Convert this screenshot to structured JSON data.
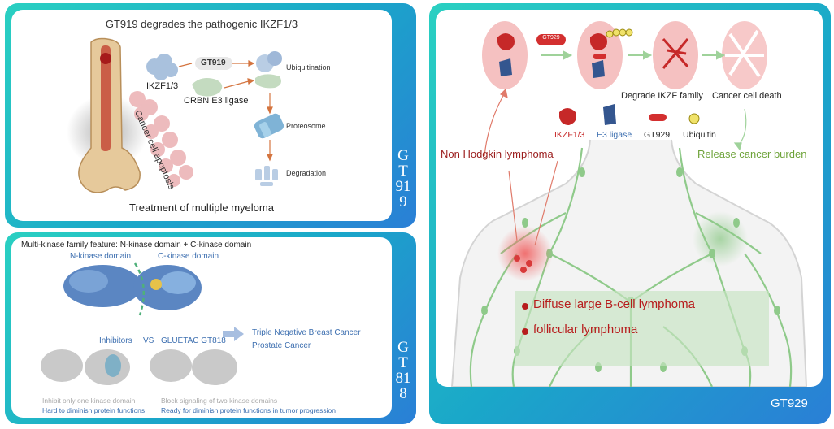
{
  "panel_gt919": {
    "title": "GT919 degrades the pathogenic IKZF1/3",
    "ikzf_label": "IKZF1/3",
    "drug_label": "GT919",
    "ligase_label": "CRBN E3 ligase",
    "ubiquitination_label": "Ubiquitination",
    "proteosome_label": "Proteosome",
    "degradation_label": "Degradation",
    "apoptosis_label": "Cancer cell apoptosis",
    "footer": "Treatment of multiple myeloma",
    "side_label": "GT919"
  },
  "panel_gt818": {
    "title": "Multi-kinase family feature: N-kinase domain + C-kinase domain",
    "n_domain_label": "N-kinase domain",
    "c_domain_label": "C-kinase domain",
    "inhibitors_label": "Inhibitors",
    "vs_label": "VS",
    "gluetac_label": "GLUETAC GT818",
    "indication_1": "Triple Negative Breast Cancer",
    "indication_2": "Prostate Cancer",
    "left_caption_1": "Inhibit only one kinase domain",
    "left_caption_2": "Hard to diminish protein functions",
    "right_caption_1": "Block signaling of two kinase domains",
    "right_caption_2": "Ready for diminish protein functions in tumor progression",
    "side_label": "GT818"
  },
  "panel_gt929": {
    "drug_pill_label": "GT929",
    "degrade_label": "Degrade IKZF family",
    "death_label": "Cancer cell death",
    "legend": {
      "ikzf": "IKZF1/3",
      "ligase": "E3 ligase",
      "drug": "GT929",
      "ubiquitin": "Ubiquitin"
    },
    "nhl_label": "Non Hodgkin lymphoma",
    "release_label": "Release cancer burden",
    "subtype_1": "Diffuse large B-cell lymphoma",
    "subtype_2": "follicular lymphoma",
    "side_label": "GT929"
  },
  "colors": {
    "panel_gradient_start": "#2ad0c2",
    "panel_gradient_end": "#2a7fd6",
    "dark_red": "#9b1c1c",
    "green_text": "#6ea33a",
    "blue_text": "#3d6fb0",
    "lymph_green": "#8fca8a"
  }
}
